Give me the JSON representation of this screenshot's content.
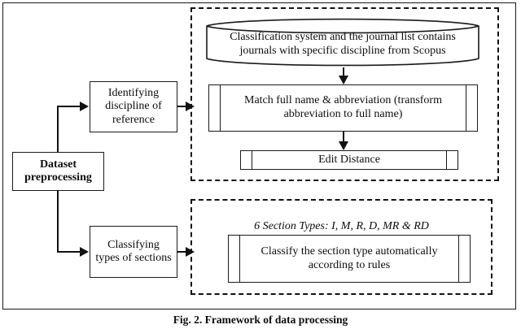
{
  "figure": {
    "caption": "Fig. 2. Framework of data processing"
  },
  "nodes": {
    "dataset_preprocessing": "Dataset preprocessing",
    "identifying_discipline": "Identifying discipline of reference",
    "classifying_sections": "Classifying types of sections",
    "journal_database": "Classification system and the journal list contains journals with specific discipline from Scopus",
    "match_full_name": "Match full name & abbreviation (transform abbreviation to full name)",
    "edit_distance": "Edit Distance",
    "classify_section_rules": "Classify the section type automatically according to rules"
  },
  "annotations": {
    "section_types": "6 Section Types: I, M, R, D, MR & RD"
  },
  "colors": {
    "stroke": "#111111",
    "text": "#0d0d0d",
    "background": "#ffffff"
  }
}
